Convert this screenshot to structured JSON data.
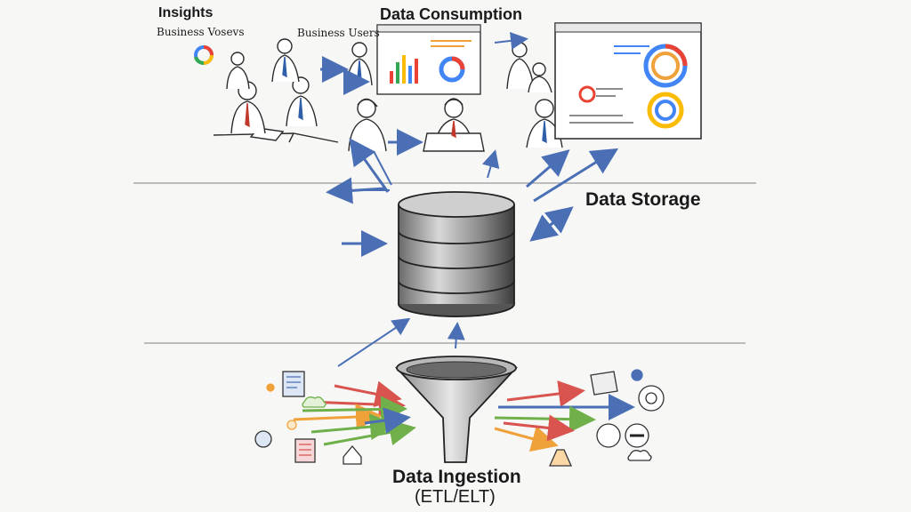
{
  "labels": {
    "insights": "Insights",
    "business_visions": "Business Vosevs",
    "business_users": "Business Users",
    "data_consumption": "Data Consumption",
    "data_storage": "Data Storage",
    "data_ingestion": "Data Ingestion",
    "etl_elt": "(ETL/ELT)"
  },
  "colors": {
    "arrow_blue": "#5b7fc0",
    "arrow_red": "#d9534f",
    "arrow_green": "#6fb04a",
    "arrow_orange": "#f0a23a",
    "sketch": "#2b2b2b",
    "tie_red": "#c0392b",
    "tie_blue": "#2e5fa8"
  }
}
